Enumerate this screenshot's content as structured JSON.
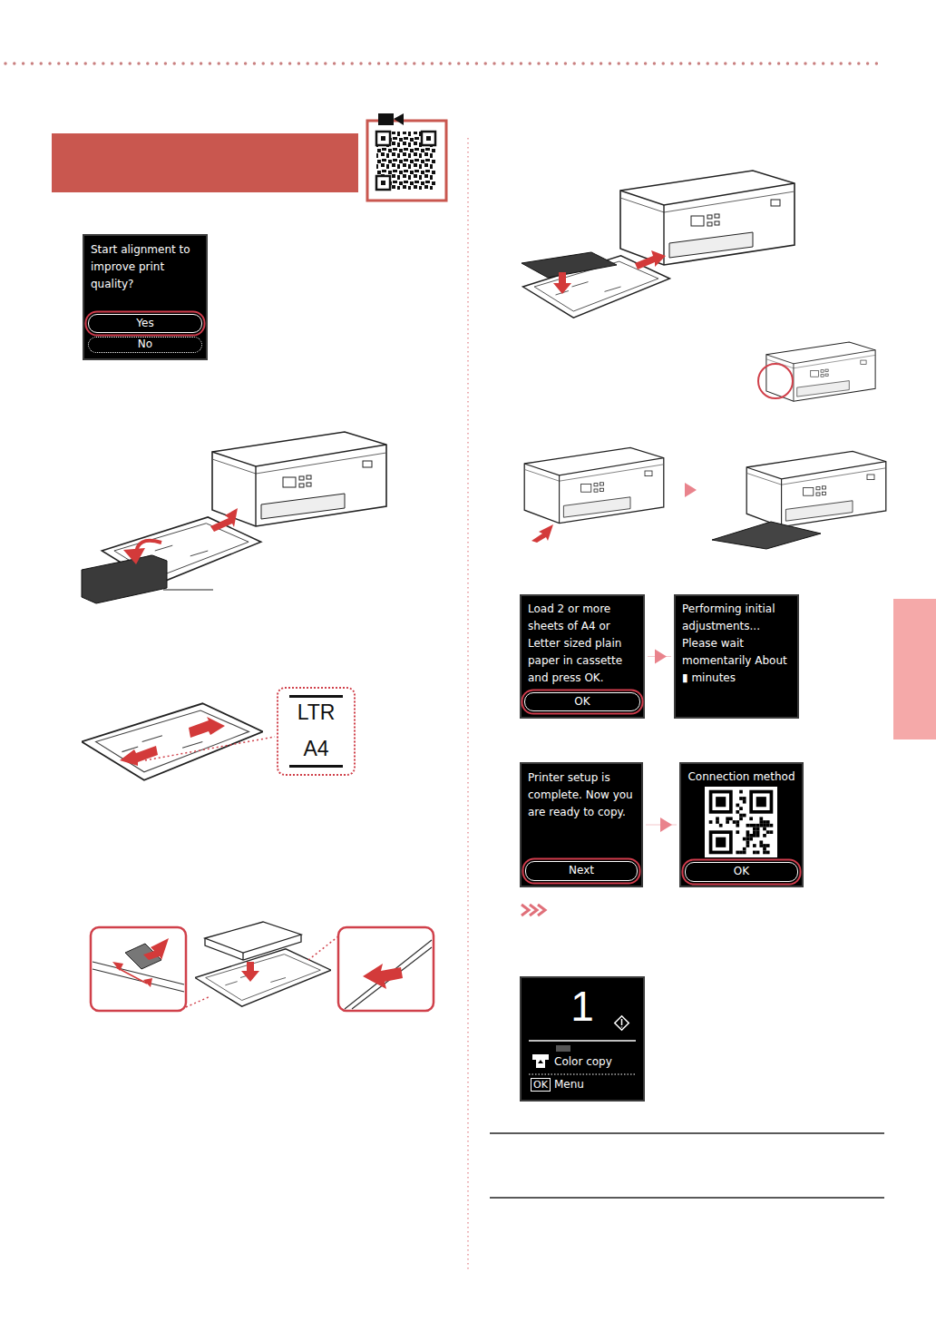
{
  "diagram": {
    "nodes": [
      {
        "text": [
          "Start alignment to improve print quality?"
        ]
      },
      {
        "text": [
          "Yes"
        ],
        "in": 0
      },
      {
        "text": [
          "No"
        ],
        "in": 0
      },
      {
        "text": [
          "LTR",
          "A4"
        ]
      },
      {
        "text": [
          "Load 2 or more sheets of A4 or Letter sized plain paper in cassette and press OK."
        ]
      },
      {
        "text": [
          "OK"
        ],
        "in": 4
      },
      {
        "text": [
          "Performing initial adjustments... Please wait momentarily About ▮ minutes"
        ]
      },
      {
        "text": [
          "Printer setup is complete. Now you are ready to copy."
        ]
      },
      {
        "text": [
          "Next"
        ],
        "in": 7
      },
      {
        "text": [
          "Connection method"
        ]
      },
      {
        "text": [
          "OK"
        ],
        "in": 9
      },
      {
        "text": [
          "1",
          "Color copy",
          "OK",
          "Menu"
        ]
      }
    ],
    "edges": [
      {
        "from": 4,
        "to": 6,
        "arrow": "to"
      },
      {
        "from": 7,
        "to": 9,
        "arrow": "to"
      }
    ]
  }
}
